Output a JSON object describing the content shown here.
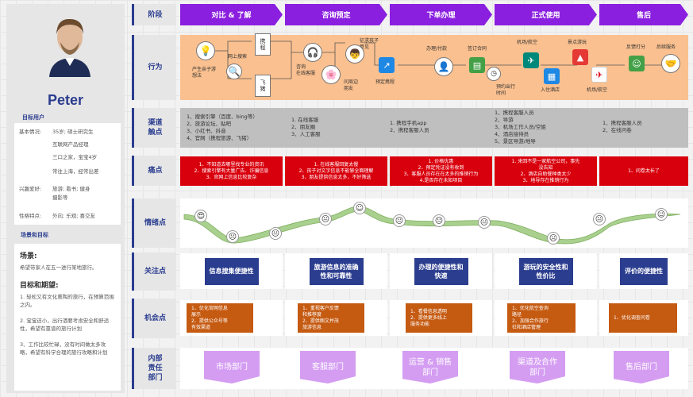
{
  "persona": {
    "name": "Peter",
    "section_title": "目标用户",
    "rows": [
      {
        "label": "基本情况:",
        "lines": [
          "35岁; 硕士研究生",
          "互联网产品经理",
          "三口之家，宝宝4岁",
          "常往上海，经常出差"
        ]
      },
      {
        "label": "兴趣爱好:",
        "lines": [
          "旅游; 看书; 健身",
          "摄影等"
        ]
      },
      {
        "label": "性格特点:",
        "lines": [
          "外向; 乐观; 喜交友"
        ]
      }
    ],
    "scene_head": "场景和目标",
    "scene_title": "场景:",
    "scene_text": "希望带家人在五一进行某地旅行。",
    "goal_title": "目标和期望:",
    "goals": [
      "1. 轻松又有文化熏陶的旅行，在预算范围之内。",
      "2. 宝宝还小，出行酒要考虑安全和舒适性，希望有靠谱的旅行计划",
      "3、工作比较忙碌，没有时间做太多攻略，希望有科学合理的旅行攻略和计划"
    ]
  },
  "rows": {
    "stage": "阶段",
    "action": "行为",
    "channel": "渠道\n触点",
    "pain": "痛点",
    "emotion": "情绪点",
    "focus": "关注点",
    "opportunity": "机会点",
    "dept": "内部\n责任\n部门"
  },
  "stages": [
    "对比 & 了解",
    "咨询预定",
    "下单办理",
    "正式使用",
    "售后"
  ],
  "actions": {
    "a1": "产生亲子游\n想法",
    "a2": "网上搜索",
    "a3": "携\n程",
    "a4": "飞\n猪",
    "a5": "咨询\n在线客服",
    "a6": "征求孩子\n意见",
    "a7": "问周边\n朋友",
    "a8": "预定携程",
    "a9": "办理/付款",
    "a10": "签订合同",
    "a11": "预约出行\n时间",
    "a12": "机场/航空",
    "a13": "入住酒店",
    "a14": "景点游玩",
    "a15": "机场/航空",
    "a16": "反馈打分",
    "a17": "后续服务"
  },
  "channels": [
    "1、搜索引擎（百度、bing等）\n2、旅游论坛、贴吧\n3、小红书、抖音\n4、官网（携程旅游、飞猪）",
    "1. 在线客服\n2、朋友圈\n3、人工客服",
    "1. 携程手机app\n2、携程客服人员",
    "1、携程客服人员\n2、导游\n3、机场工作人员/空姐\n4、酒店接待员\n5、景区导游/地导",
    "1、携程客服人员\n2、在线问卷"
  ],
  "pains": [
    [
      "1、不知道去哪里找专业的资讯",
      "2、搜索引擎有大量广告、诈骗信息",
      "3、官网上信息比较复杂"
    ],
    [
      "1. 在线客服回复太慢",
      "2、孩子对文字信息不能够全面理解",
      "3、朋友提供信息太多，不好筛选"
    ],
    [
      "1. 价格优惠",
      "2、预定凭证没有收到",
      "3、客服人员存在在太多的推销行为",
      "4.是否存在未知项目"
    ],
    [
      "1. 来回不是一家航空公司，事先",
      "没告知",
      "2、酒店自助餐种类太少",
      "3、地导存在推销行为"
    ],
    [
      "1、问卷太长了"
    ]
  ],
  "focuses": [
    "信息搜集便捷性",
    "旅游信息的准确\n性和可靠性",
    "办理的便捷性和\n快速",
    "游玩的安全性和\n性价比",
    "评价的便捷性"
  ],
  "opportunities": [
    [
      "1、优化官网信息",
      "展示",
      "2、提供公众号等",
      "有效渠道"
    ],
    [
      "1、重视客户反馈",
      "和推荐度",
      "2、提供图文并茂",
      "旅游信息"
    ],
    [
      "1、看餐信息透明",
      "2、提供更多线上",
      "服务功能"
    ],
    [
      "1、优化航空查询",
      "路径",
      "2、加强合作旅行",
      "社和酒店管理"
    ],
    [
      "1、优化调查问卷"
    ]
  ],
  "depts": [
    "市场部门",
    "客服部门",
    "运营 & 销售\n部门",
    "渠道及合作\n部门",
    "售后部门"
  ],
  "colors": {
    "stage": "#8b1fe0",
    "navy": "#2b3d8f",
    "pain": "#d9000d",
    "opportunity": "#c55a11",
    "dept": "#d49df2",
    "action_bg": "#fac08f",
    "emotion_curve": "#a9d08e"
  }
}
